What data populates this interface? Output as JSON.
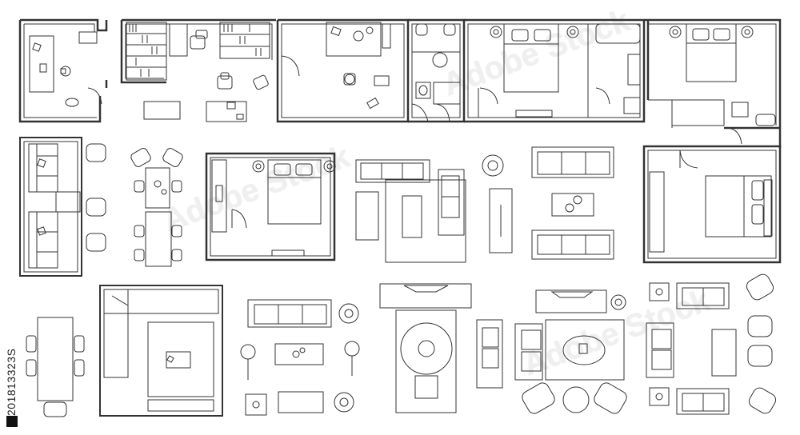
{
  "image": {
    "stock_id": "201813323S",
    "watermark_text": "Adobe Stock",
    "line_color": "#333333",
    "background": "#ffffff"
  },
  "groups": [
    {
      "name": "office-room"
    },
    {
      "name": "library-room"
    },
    {
      "name": "study-room"
    },
    {
      "name": "bathroom-hall"
    },
    {
      "name": "master-bedroom"
    },
    {
      "name": "second-bedroom"
    },
    {
      "name": "sectional-sofa-set"
    },
    {
      "name": "dining-sets"
    },
    {
      "name": "bedroom-with-closet"
    },
    {
      "name": "living-room-set"
    },
    {
      "name": "armchair-and-lamp"
    },
    {
      "name": "sofa-and-coffee-table"
    },
    {
      "name": "corner-bedroom"
    },
    {
      "name": "dining-table-long"
    },
    {
      "name": "l-sofa-lounge"
    },
    {
      "name": "sofa-lamps-tables"
    },
    {
      "name": "tv-round-rug"
    },
    {
      "name": "tv-oval-rug"
    },
    {
      "name": "sofas-and-armchairs"
    }
  ]
}
